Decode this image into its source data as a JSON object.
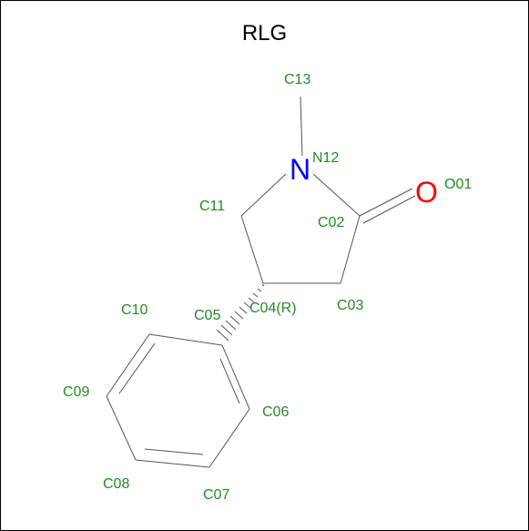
{
  "title": "RLG",
  "colors": {
    "carbon_label": "#228b22",
    "nitrogen": "#0000ff",
    "oxygen": "#ff0000",
    "bond": "#555555"
  },
  "atoms": {
    "N12": {
      "symbol": "N",
      "label": "N12"
    },
    "O01": {
      "symbol": "O",
      "label": "O01"
    },
    "C13": {
      "label": "C13"
    },
    "C11": {
      "label": "C11"
    },
    "C02": {
      "label": "C02"
    },
    "C03": {
      "label": "C03"
    },
    "C04": {
      "label": "C04(R)"
    },
    "C05": {
      "label": "C05"
    },
    "C06": {
      "label": "C06"
    },
    "C07": {
      "label": "C07"
    },
    "C08": {
      "label": "C08"
    },
    "C09": {
      "label": "C09"
    },
    "C10": {
      "label": "C10"
    }
  }
}
